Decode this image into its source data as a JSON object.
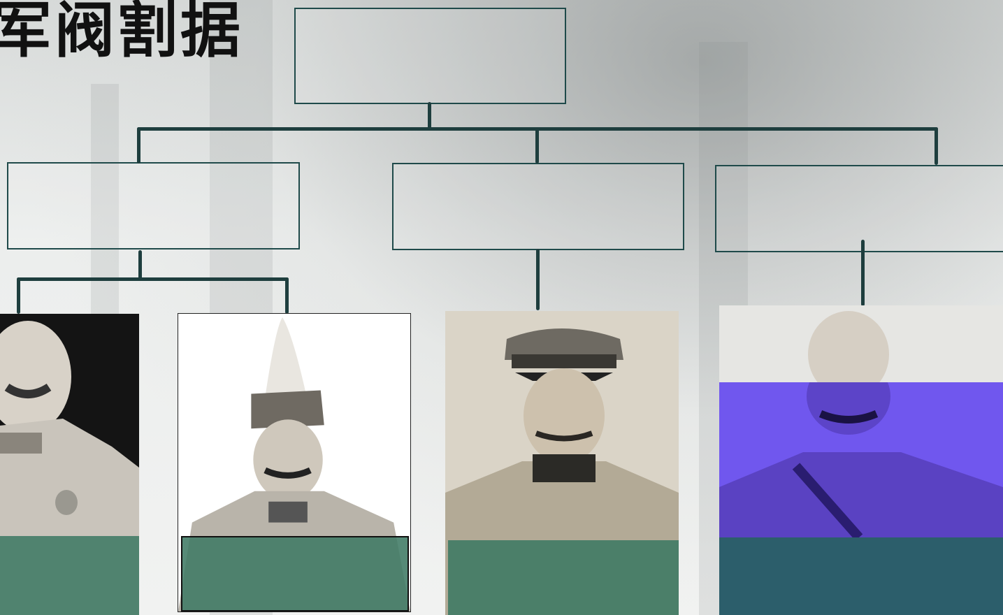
{
  "title": "军阀割据",
  "chart_boxes": {
    "root": "",
    "level1": [
      "",
      "",
      ""
    ]
  },
  "portraits": [
    {
      "icon": "portrait-photo-1"
    },
    {
      "icon": "portrait-photo-2"
    },
    {
      "icon": "portrait-photo-3"
    },
    {
      "icon": "portrait-photo-4"
    }
  ],
  "colors": {
    "line": "#1e3e3e",
    "box_border": "#1f4a4a",
    "green_overlay": "#3f7a64",
    "purple_overlay": "#6a4fe0",
    "teal_overlay": "#2a5a66"
  }
}
